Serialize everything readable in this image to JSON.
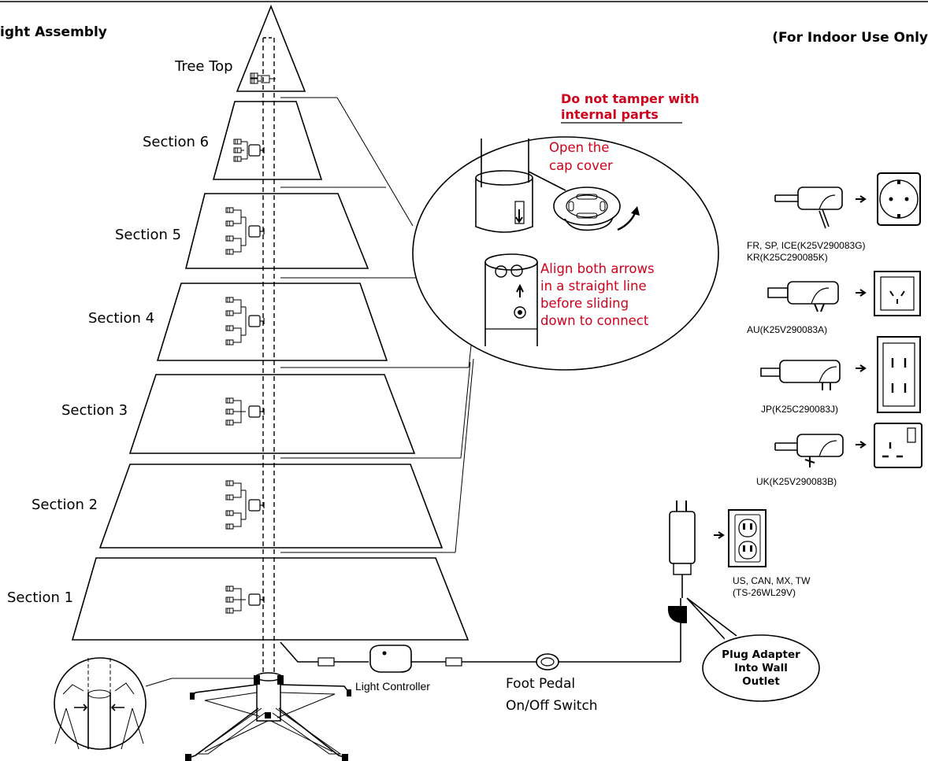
{
  "header": {
    "title": "ight Assembly",
    "note": "(For Indoor Use Only"
  },
  "tree": {
    "top_label": "Tree Top",
    "sections": [
      "Section 6",
      "Section 5",
      "Section 4",
      "Section 3",
      "Section 2",
      "Section 1"
    ]
  },
  "callout": {
    "warning_line1": "Do not tamper with",
    "warning_line2": "internal parts",
    "open_line1": "Open the",
    "open_line2": "cap cover",
    "align_lines": [
      "Align both arrows",
      "in a straight line",
      "before sliding",
      "down to connect"
    ]
  },
  "controls": {
    "controller_label": "Light Controller",
    "pedal_line1": "Foot Pedal",
    "pedal_line2": "On/Off Switch"
  },
  "bubble": {
    "line1": "Plug Adapter",
    "line2": "Into Wall",
    "line3": "Outlet"
  },
  "adapters": {
    "us_line1": "US, CAN, MX, TW",
    "us_line2": "(TS-26WL29V)",
    "eu_line1": "FR, SP, ICE(K25V290083G)",
    "eu_line2": "KR(K25C290085K)",
    "au": "AU(K25V290083A)",
    "jp": "JP(K25C290083J)",
    "uk": "UK(K25V290083B)"
  },
  "colors": {
    "warning_red": "#d0021b",
    "line": "#000000",
    "background": "#ffffff"
  }
}
